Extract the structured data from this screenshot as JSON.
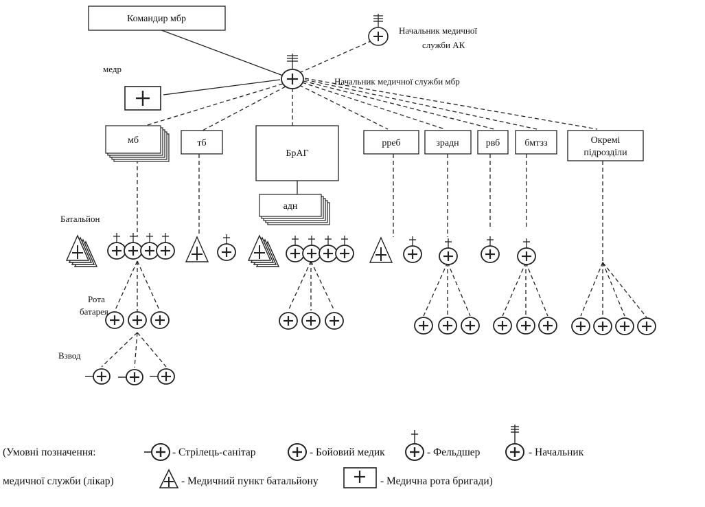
{
  "nodes": {
    "commander": "Командир мбр",
    "head_ak": [
      "Начальник медичної",
      "служби АК"
    ],
    "head_mbr": "Начальник медичної служби мбр",
    "medr": "медр",
    "mb": "мб",
    "tb": "тб",
    "brag": "БрАГ",
    "adn": "адн",
    "rreb": "рреб",
    "zradn": "зрадн",
    "rvb": "рвб",
    "bmtzz": "бмтзз",
    "okremi": [
      "Окремі",
      "підрозділи"
    ]
  },
  "levels": {
    "battalion": "Батальйон",
    "company": [
      "Рота",
      "батарея"
    ],
    "platoon": "Взвод"
  },
  "legend": {
    "open": "(Умовні  позначення:",
    "rifleman": "-  Стрілець-санітар",
    "combat_medic": "-  Бойовий  медик",
    "paramedic": "-  Фельдшер",
    "chief_part1": "-  Начальник",
    "chief_part2": "медичної служби (лікар)",
    "battalion_point": "- Медичний пункт батальйону",
    "brigade_company": "- Медична рота бригади)"
  }
}
